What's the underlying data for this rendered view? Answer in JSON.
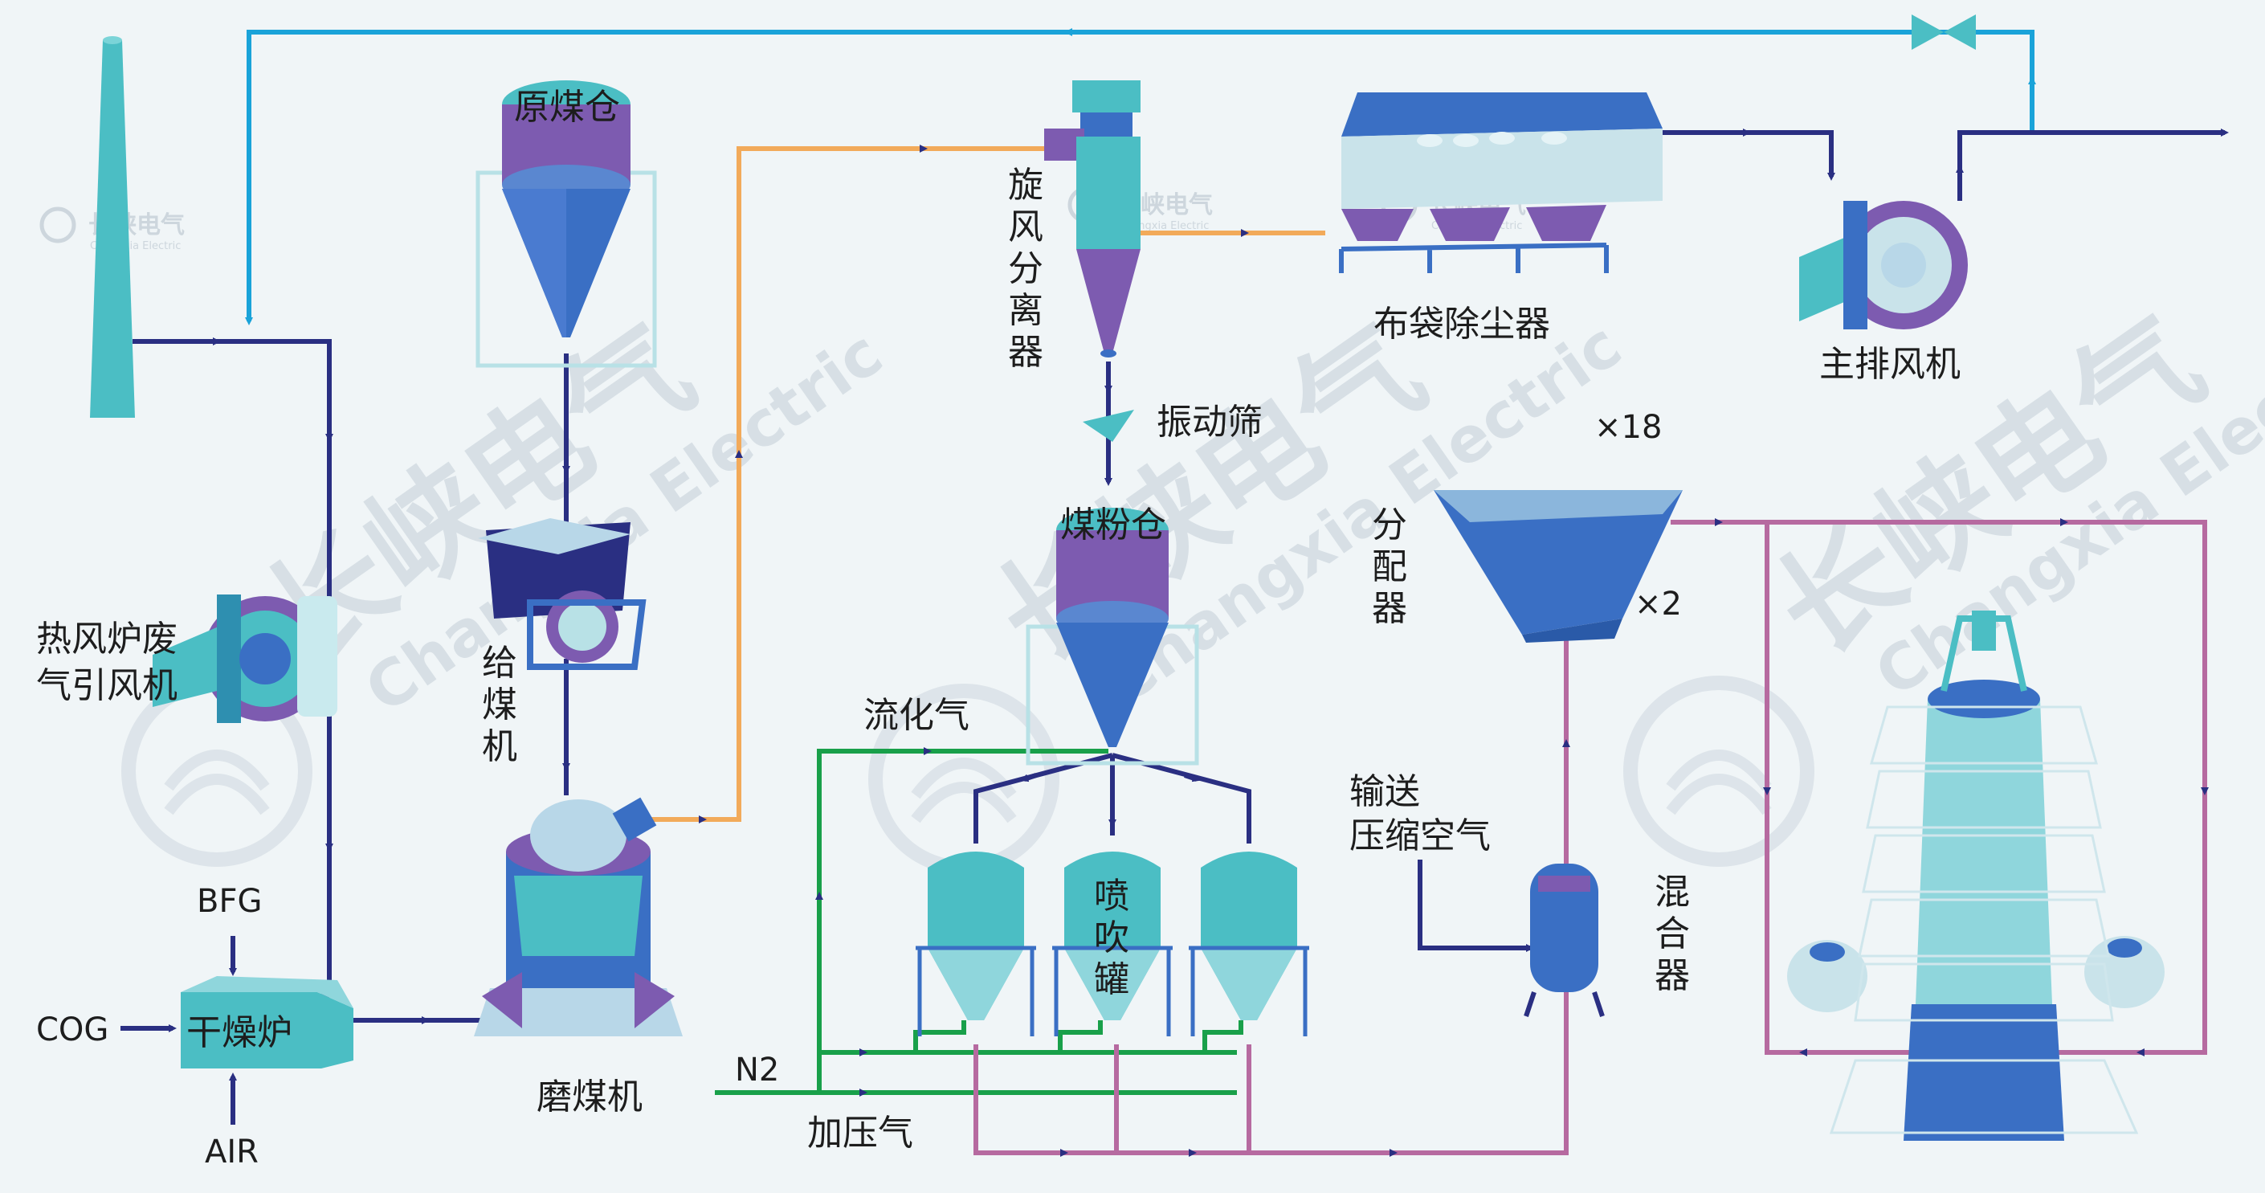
{
  "labels": {
    "yuanmeicang": "原煤仓",
    "xuanfeng": "旋风分离器",
    "budai": "布袋除尘器",
    "zhupai": "主排风机",
    "refenglu": [
      "热风炉废",
      "气引风机"
    ],
    "geimeiji": "给煤机",
    "zhendongshai": "振动筛",
    "meifencang": "煤粉仓",
    "x18": "×18",
    "x2": "×2",
    "fenpeiqi": "分配器",
    "liuhuaqi": "流化气",
    "shusong": [
      "输送",
      "压缩空气"
    ],
    "hunheqi": "混合器",
    "penchuiguan": "喷吹罐",
    "bfg": "BFG",
    "cog": "COG",
    "air": "AIR",
    "ganzaolu": "干燥炉",
    "momeiji": "磨煤机",
    "n2": "N2",
    "jiayaqi": "加压气"
  },
  "watermark": {
    "brand_cn": "长峡电气",
    "brand_en": "Changxia Electric"
  },
  "colors": {
    "dark_blue_line": "#2a2f82",
    "light_blue_line": "#1aa3d9",
    "orange_line": "#f2aa5a",
    "green_line": "#19a04a",
    "pink_line": "#b66aa0",
    "teal": "#4bbec4",
    "purple": "#7d5bb0",
    "blue": "#3a6fc4"
  }
}
